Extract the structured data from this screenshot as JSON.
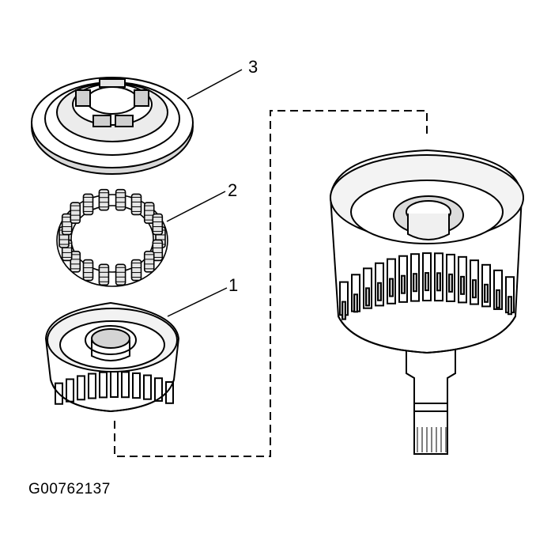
{
  "figure": {
    "callouts": {
      "one": "1",
      "two": "2",
      "three": "3"
    },
    "figure_id": "G00762137"
  },
  "colors": {
    "ink": "#000000",
    "paper": "#ffffff",
    "shade": "#cfcfcf"
  }
}
